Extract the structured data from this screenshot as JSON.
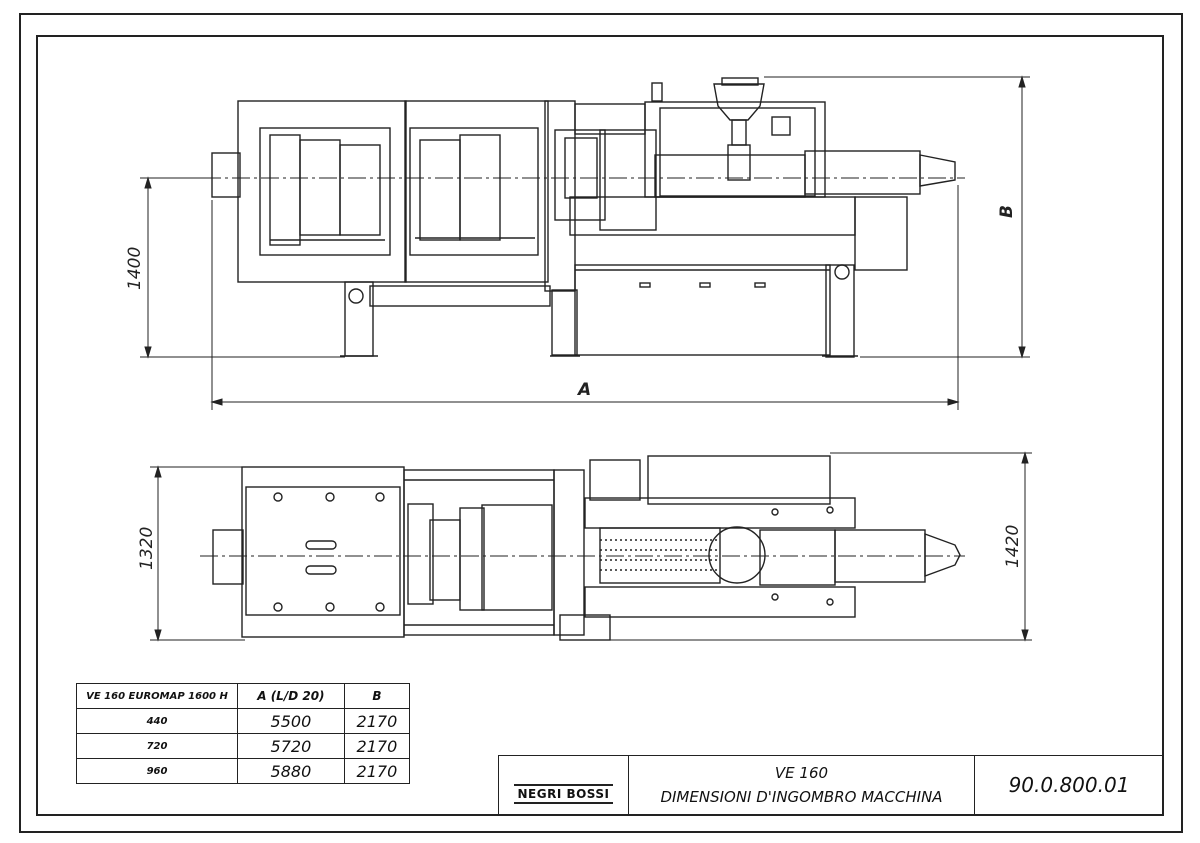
{
  "dimensions": {
    "A": "A",
    "B": "B",
    "side_height": "1400",
    "top_width_left": "1320",
    "top_width_right": "1420"
  },
  "table": {
    "headers": [
      "VE 160 EUROMAP 1600 H",
      "A (L/D 20)",
      "B"
    ],
    "rows": [
      {
        "label": "440",
        "a": "5500",
        "b": "2170"
      },
      {
        "label": "720",
        "a": "5720",
        "b": "2170"
      },
      {
        "label": "960",
        "a": "5880",
        "b": "2170"
      }
    ]
  },
  "title_block": {
    "logo": "NEGRI BOSSI",
    "model": "VE 160",
    "description": "DIMENSIONI D'INGOMBRO MACCHINA",
    "drawing_number": "90.0.800.01"
  }
}
